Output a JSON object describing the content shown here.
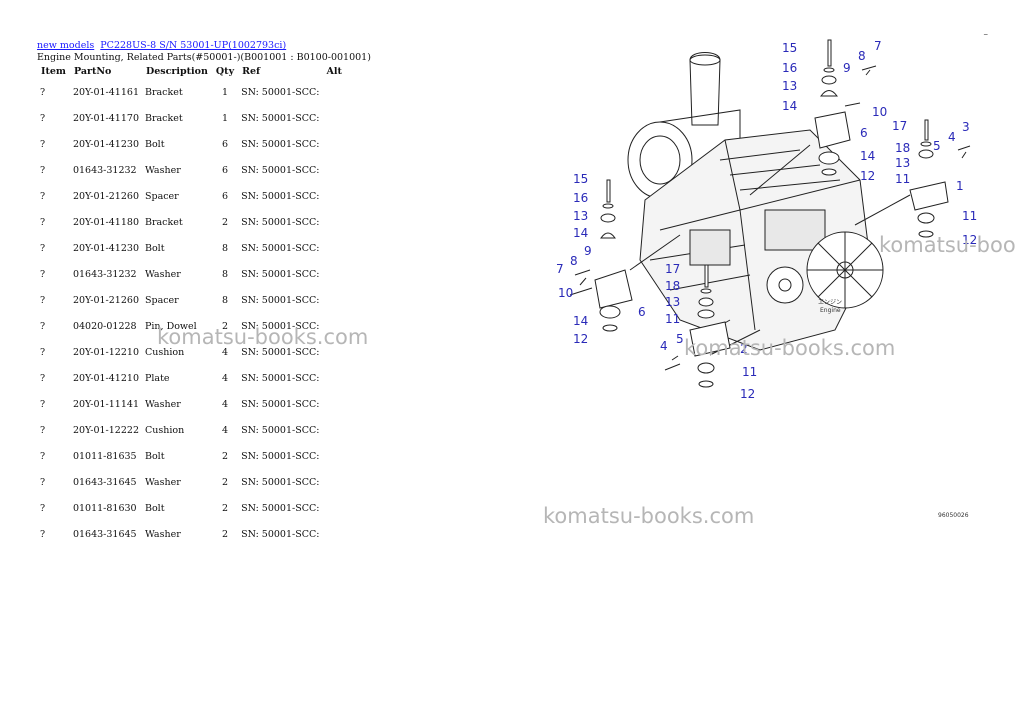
{
  "breadcrumb": {
    "link1": "new models",
    "link2": "PC228US-8 S/N 53001-UP(1002793ci)"
  },
  "subtitle": "Engine Mounting, Related Parts(#50001-)(B001001 : B0100-001001)",
  "table": {
    "headers": [
      "Item",
      "PartNo",
      "Description",
      "Qty",
      "Ref",
      "Alt"
    ],
    "rows": [
      [
        "?",
        "20Y-01-41161",
        "Bracket",
        "1",
        "SN: 50001-SCC:",
        ""
      ],
      [
        "?",
        "20Y-01-41170",
        "Bracket",
        "1",
        "SN: 50001-SCC:",
        ""
      ],
      [
        "?",
        "20Y-01-41230",
        "Bolt",
        "6",
        "SN: 50001-SCC:",
        ""
      ],
      [
        "?",
        "01643-31232",
        "Washer",
        "6",
        "SN: 50001-SCC:",
        ""
      ],
      [
        "?",
        "20Y-01-21260",
        "Spacer",
        "6",
        "SN: 50001-SCC:",
        ""
      ],
      [
        "?",
        "20Y-01-41180",
        "Bracket",
        "2",
        "SN: 50001-SCC:",
        ""
      ],
      [
        "?",
        "20Y-01-41230",
        "Bolt",
        "8",
        "SN: 50001-SCC:",
        ""
      ],
      [
        "?",
        "01643-31232",
        "Washer",
        "8",
        "SN: 50001-SCC:",
        ""
      ],
      [
        "?",
        "20Y-01-21260",
        "Spacer",
        "8",
        "SN: 50001-SCC:",
        ""
      ],
      [
        "?",
        "04020-01228",
        "Pin, Dowel",
        "2",
        "SN: 50001-SCC:",
        ""
      ],
      [
        "?",
        "20Y-01-12210",
        "Cushion",
        "4",
        "SN: 50001-SCC:",
        ""
      ],
      [
        "?",
        "20Y-01-41210",
        "Plate",
        "4",
        "SN: 50001-SCC:",
        ""
      ],
      [
        "?",
        "20Y-01-11141",
        "Washer",
        "4",
        "SN: 50001-SCC:",
        ""
      ],
      [
        "?",
        "20Y-01-12222",
        "Cushion",
        "4",
        "SN: 50001-SCC:",
        ""
      ],
      [
        "?",
        "01011-81635",
        "Bolt",
        "2",
        "SN: 50001-SCC:",
        ""
      ],
      [
        "?",
        "01643-31645",
        "Washer",
        "2",
        "SN: 50001-SCC:",
        ""
      ],
      [
        "?",
        "01011-81630",
        "Bolt",
        "2",
        "SN: 50001-SCC:",
        ""
      ],
      [
        "?",
        "01643-31645",
        "Washer",
        "2",
        "SN: 50001-SCC:",
        ""
      ]
    ]
  },
  "watermarks": {
    "w1": "komatsu-books.com",
    "w2": "komatsu-books.com",
    "w3": "komatsu-books.com",
    "w4": "komatsu-boo"
  },
  "diagram": {
    "callouts": [
      "15",
      "16",
      "13",
      "14",
      "8",
      "7",
      "9",
      "10",
      "6",
      "14",
      "12",
      "17",
      "18",
      "13",
      "11",
      "4",
      "3",
      "5",
      "1",
      "11",
      "12",
      "15",
      "16",
      "13",
      "14",
      "9",
      "7",
      "8",
      "10",
      "6",
      "14",
      "12",
      "17",
      "18",
      "13",
      "11",
      "4",
      "5",
      "2",
      "11",
      "12"
    ],
    "engine_label_jp": "エンジン",
    "engine_label": "Engine",
    "figure_code": "96050026"
  },
  "corner_mark": "–",
  "colors": {
    "link": "#1a1aff",
    "callout": "#2a2ab8",
    "watermark": "#b6b6b6"
  }
}
